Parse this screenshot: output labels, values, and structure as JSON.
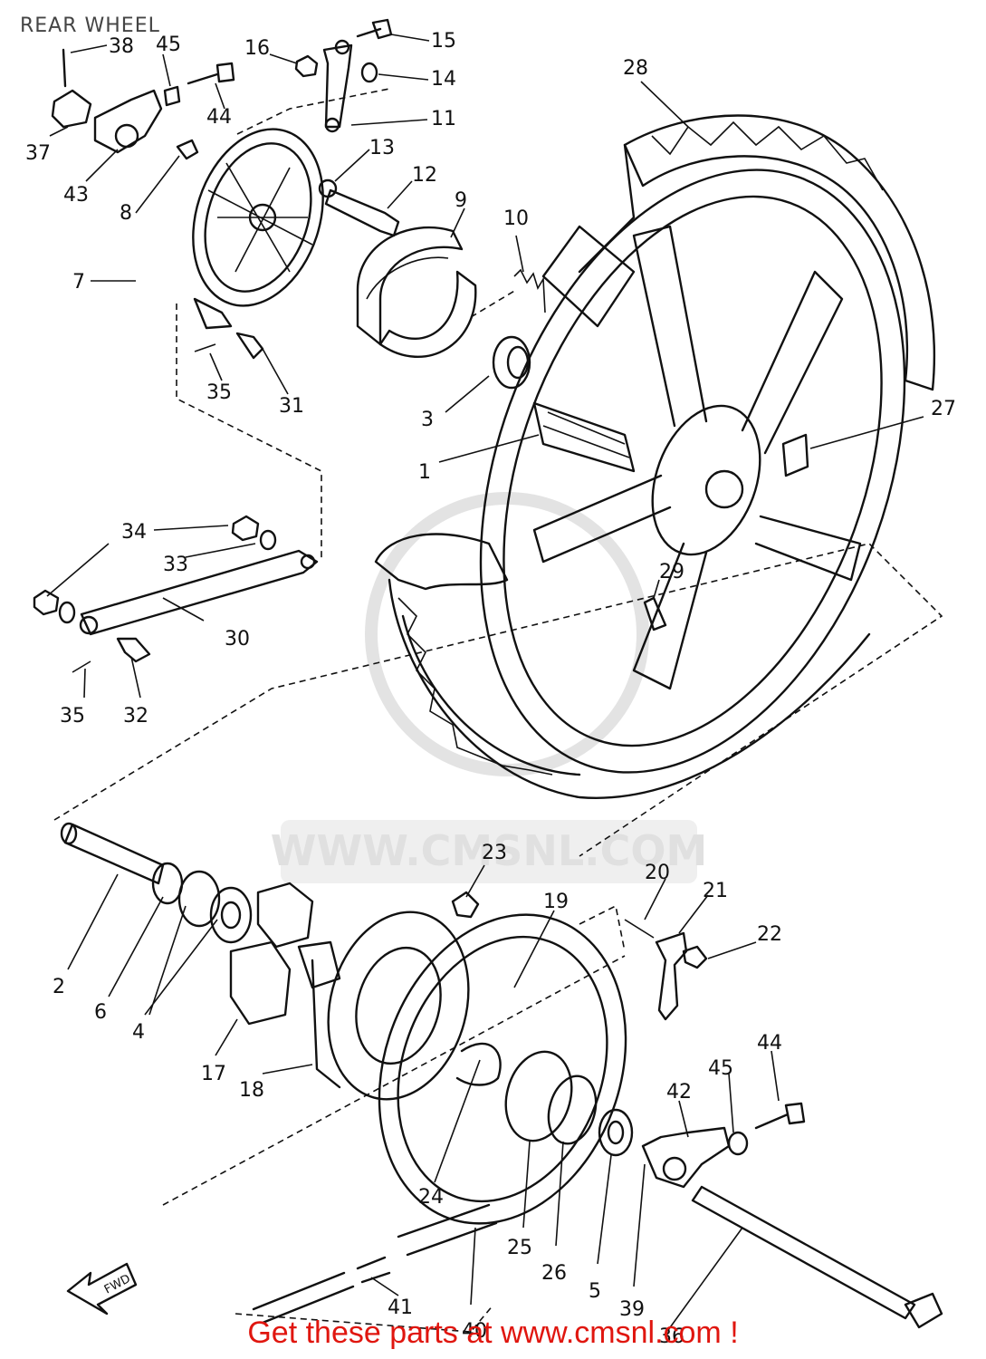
{
  "page": {
    "title": "REAR WHEEL"
  },
  "watermark": {
    "text": "WWW.CMSNL.COM"
  },
  "arrow_label": "FWD",
  "footer": {
    "text": "Get these parts at www.cmsnl.com !"
  },
  "colors": {
    "footer": "#e0160f",
    "line": "#111111",
    "watermark": "#e0e0e0"
  },
  "callouts": [
    "38",
    "45",
    "16",
    "15",
    "14",
    "11",
    "44",
    "37",
    "43",
    "13",
    "12",
    "28",
    "9",
    "10",
    "8",
    "7",
    "35",
    "31",
    "3",
    "27",
    "1",
    "34",
    "33",
    "30",
    "29",
    "35",
    "32",
    "23",
    "20",
    "21",
    "22",
    "19",
    "2",
    "6",
    "4",
    "17",
    "18",
    "44",
    "45",
    "42",
    "24",
    "25",
    "26",
    "5",
    "39",
    "41",
    "40",
    "36"
  ]
}
